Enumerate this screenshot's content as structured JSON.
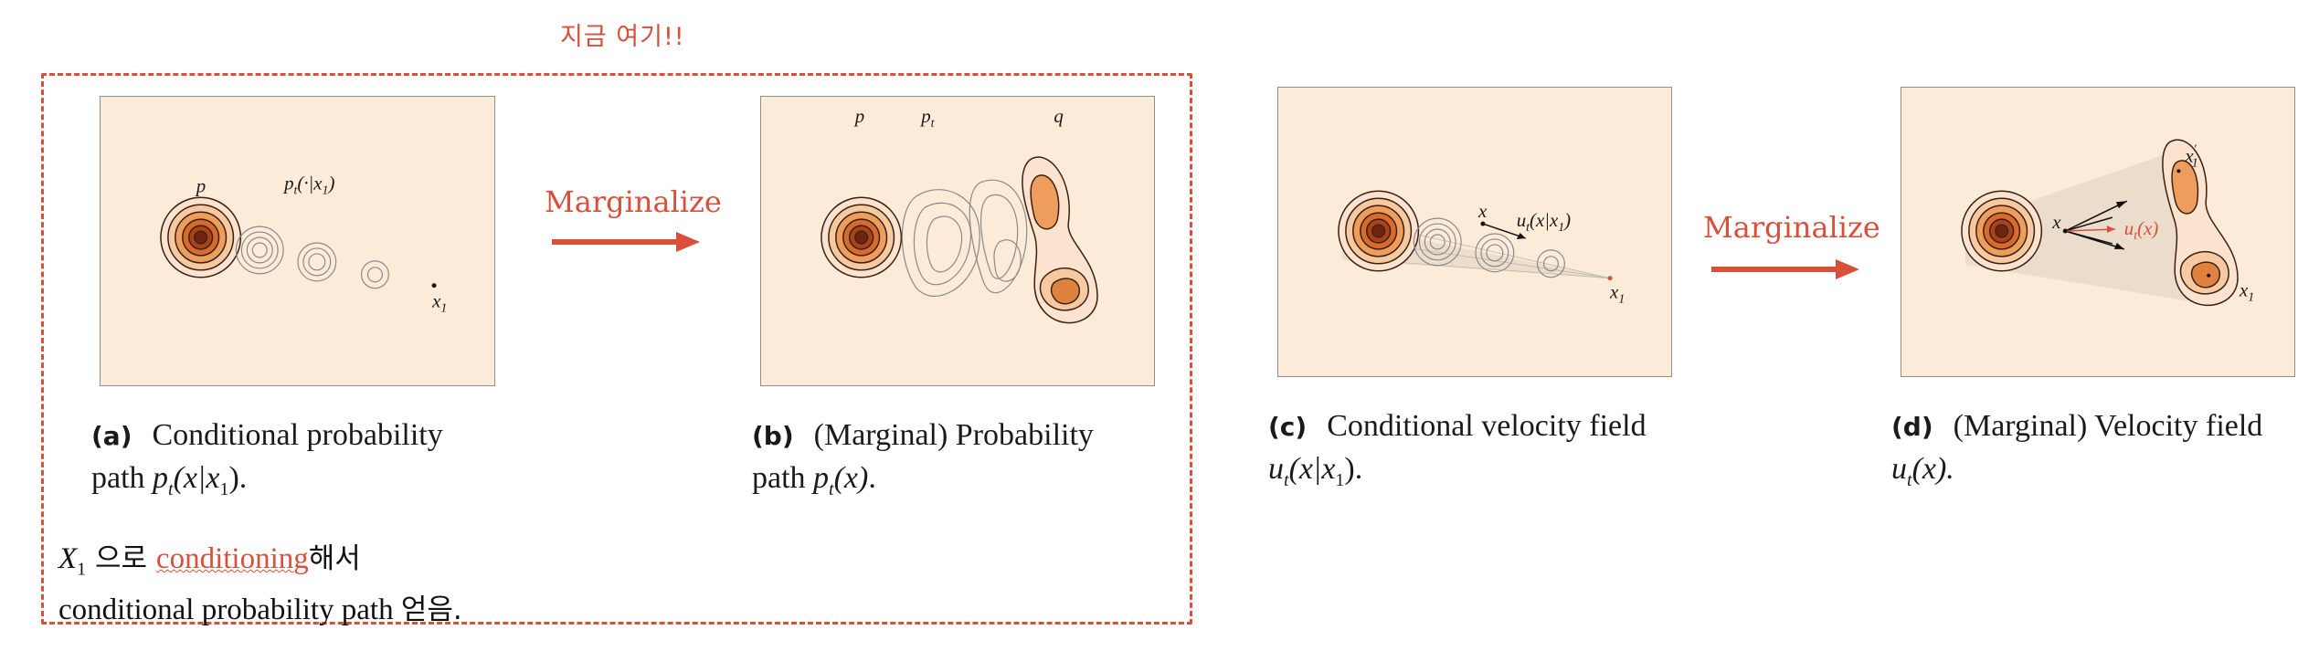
{
  "annotation_top": "지금 여기!!",
  "arrow_label_1": "Marginalize",
  "arrow_label_2": "Marginalize",
  "panels": {
    "a": {
      "label_p": "p",
      "label_pt": "p",
      "label_pt_sub": "t",
      "label_pt_arg": "(·|x",
      "label_pt_arg_sub": "1",
      "label_pt_close": ")",
      "label_x1": "x",
      "label_x1_sub": "1"
    },
    "b": {
      "label_p": "p",
      "label_pt": "p",
      "label_pt_sub": "t",
      "label_q": "q"
    },
    "c": {
      "label_x": "x",
      "label_ut": "u",
      "label_ut_sub": "t",
      "label_ut_arg": "(x|x",
      "label_ut_arg_sub": "1",
      "label_ut_close": ")",
      "label_x1": "x",
      "label_x1_sub": "1"
    },
    "d": {
      "label_x": "x",
      "label_x1p": "x",
      "label_x1p_sup": "′",
      "label_x1p_sub": "1",
      "label_ut": "u",
      "label_ut_sub": "t",
      "label_ut_arg": "(x)",
      "label_x1": "x",
      "label_x1_sub": "1"
    }
  },
  "captions": {
    "a": {
      "tag": "(a)",
      "line1": "Conditional probability",
      "line2_pre": "path ",
      "math": "p",
      "math_sub": "t",
      "math_arg": "(x|x",
      "math_arg_sub": "1",
      "math_close": ").",
      "line2_post": ""
    },
    "b": {
      "tag": "(b)",
      "line1": "(Marginal) Probability",
      "line2_pre": "path ",
      "math": "p",
      "math_sub": "t",
      "math_arg": "(x)",
      "math_close": "."
    },
    "c": {
      "tag": "(c)",
      "line1": "Conditional velocity field",
      "math": "u",
      "math_sub": "t",
      "math_arg": "(x|x",
      "math_arg_sub": "1",
      "math_close": ")."
    },
    "d": {
      "tag": "(d)",
      "line1": "(Marginal) Velocity field",
      "math": "u",
      "math_sub": "t",
      "math_arg": "(x)."
    }
  },
  "bottom_note": {
    "var": "X",
    "var_sub": "1",
    "kor1": " 으로 ",
    "highlight": "conditioning",
    "kor2": "해서",
    "line2_en": "conditional probability path ",
    "line2_kor": "얻음."
  },
  "colors": {
    "accent": "#d8503a",
    "panel_bg": "#fcebd9",
    "dark_core": "#7a2a10",
    "mid_orange": "#e0823f",
    "light_orange": "#f4b98a"
  }
}
